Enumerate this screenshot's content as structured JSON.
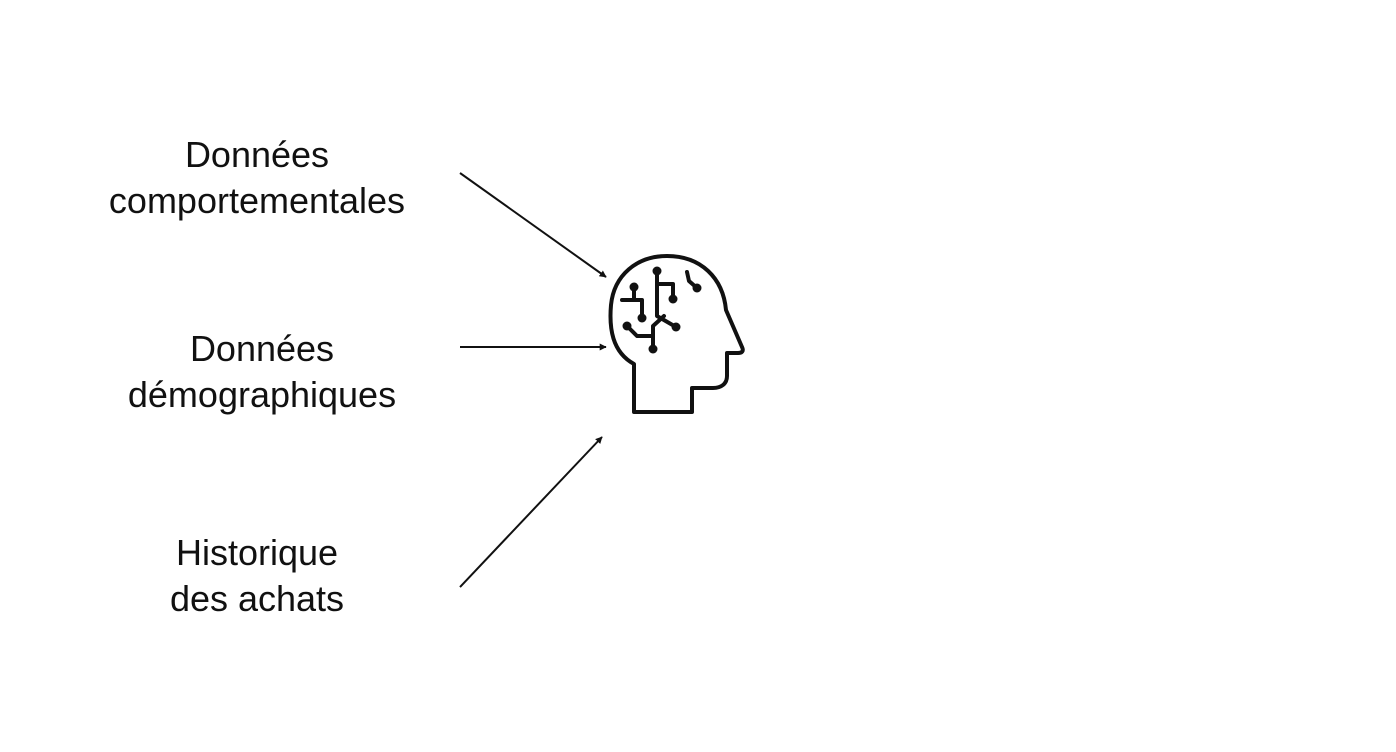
{
  "inputs": [
    {
      "line1": "Données",
      "line2": "comportementales"
    },
    {
      "line1": "Données",
      "line2": "démographiques"
    },
    {
      "line1": "Historique",
      "line2": "des achats"
    }
  ],
  "icon": "ai-brain-head-icon",
  "colors": {
    "text": "#111111",
    "stroke": "#111111",
    "background": "#ffffff"
  }
}
